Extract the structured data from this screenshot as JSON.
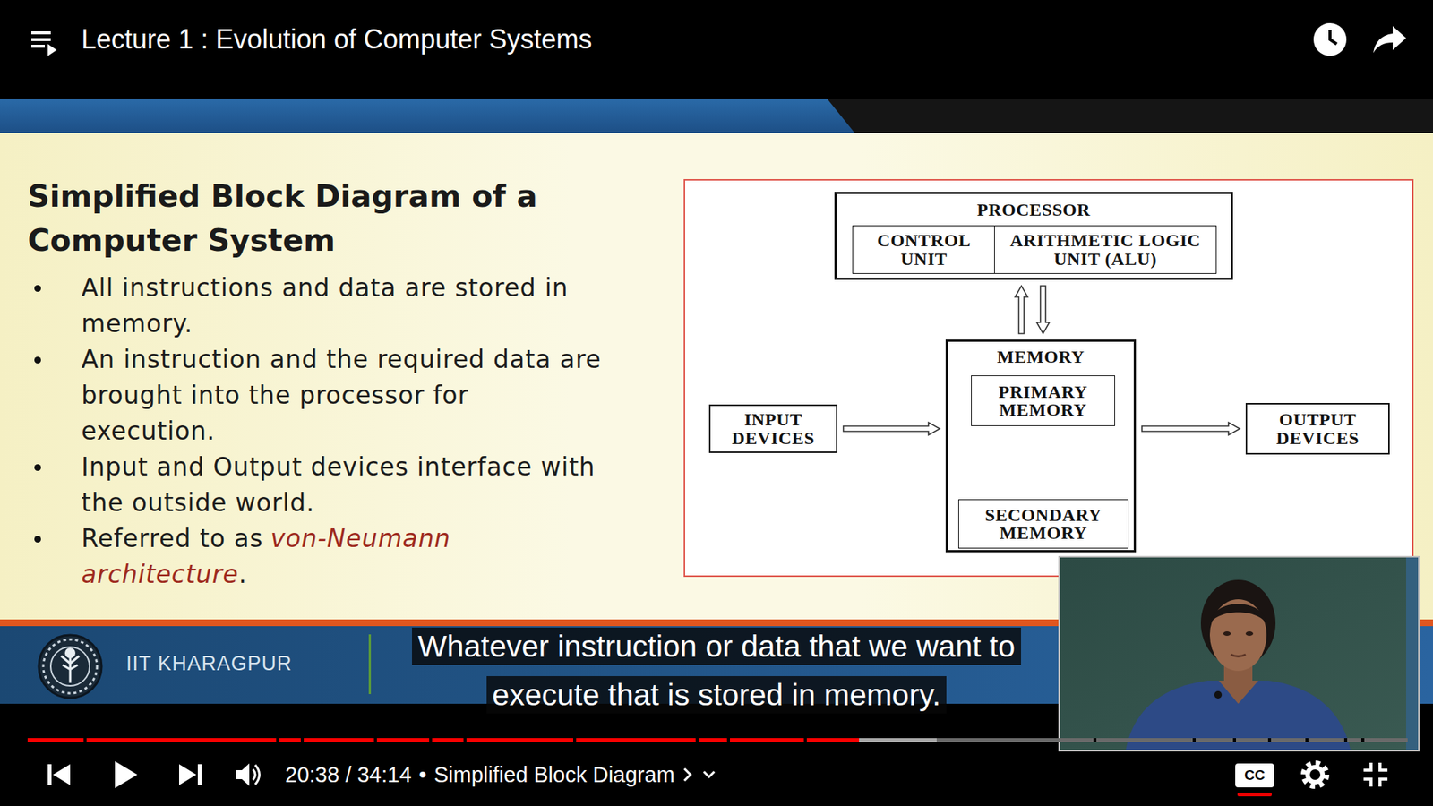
{
  "diagram": {
    "title": "Simplified Block Diagram of a Computer System",
    "nodes": [
      {
        "text": [
          "PROCESSOR"
        ]
      },
      {
        "text": [
          "CONTROL UNIT"
        ],
        "in": 0
      },
      {
        "text": [
          "ARITHMETIC LOGIC UNIT (ALU)"
        ],
        "in": 0
      },
      {
        "text": [
          "INPUT DEVICES"
        ]
      },
      {
        "text": [
          "MEMORY"
        ]
      },
      {
        "text": [
          "PRIMARY MEMORY"
        ],
        "in": 4
      },
      {
        "text": [
          "SECONDARY MEMORY"
        ],
        "in": 4
      },
      {
        "text": [
          "OUTPUT DEVICES"
        ]
      }
    ],
    "edges": [
      {
        "from": 4,
        "to": 0,
        "arrow": "to"
      },
      {
        "from": 0,
        "to": 4,
        "arrow": "to"
      },
      {
        "from": 3,
        "to": 4,
        "arrow": "to"
      },
      {
        "from": 6,
        "to": 5,
        "arrow": "to"
      },
      {
        "from": 5,
        "to": 6,
        "arrow": "to"
      },
      {
        "from": 4,
        "to": 7,
        "arrow": "to"
      }
    ],
    "labels": [
      "Lecture 1 : Evolution of Computer Systems",
      "All instructions and data are stored in memory.",
      "An instruction and the required data are brought into the processor for execution.",
      "Input and Output devices interface with the outside world.",
      "Referred to as",
      "von-Neumann architecture",
      ".",
      "IIT KHARAGPUR",
      "Whatever instruction or data that we want to execute that is stored in memory.",
      "20:38 / 34:14",
      "•",
      "Simplified Block Diagram",
      "CC"
    ]
  }
}
